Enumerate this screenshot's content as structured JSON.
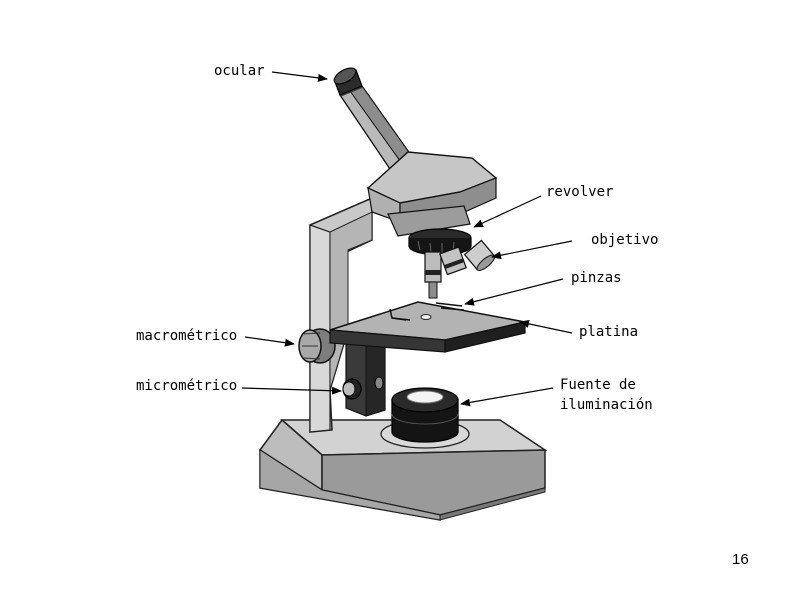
{
  "labels": {
    "ocular": "ocular",
    "revolver": "revolver",
    "objetivo": "objetivo",
    "pinzas": "pinzas",
    "platina": "platina",
    "macrometrico": "macrométrico",
    "micrometrico": "micrométrico",
    "fuente_line1": "Fuente de",
    "fuente_line2": "iluminación"
  },
  "page_number": "16"
}
